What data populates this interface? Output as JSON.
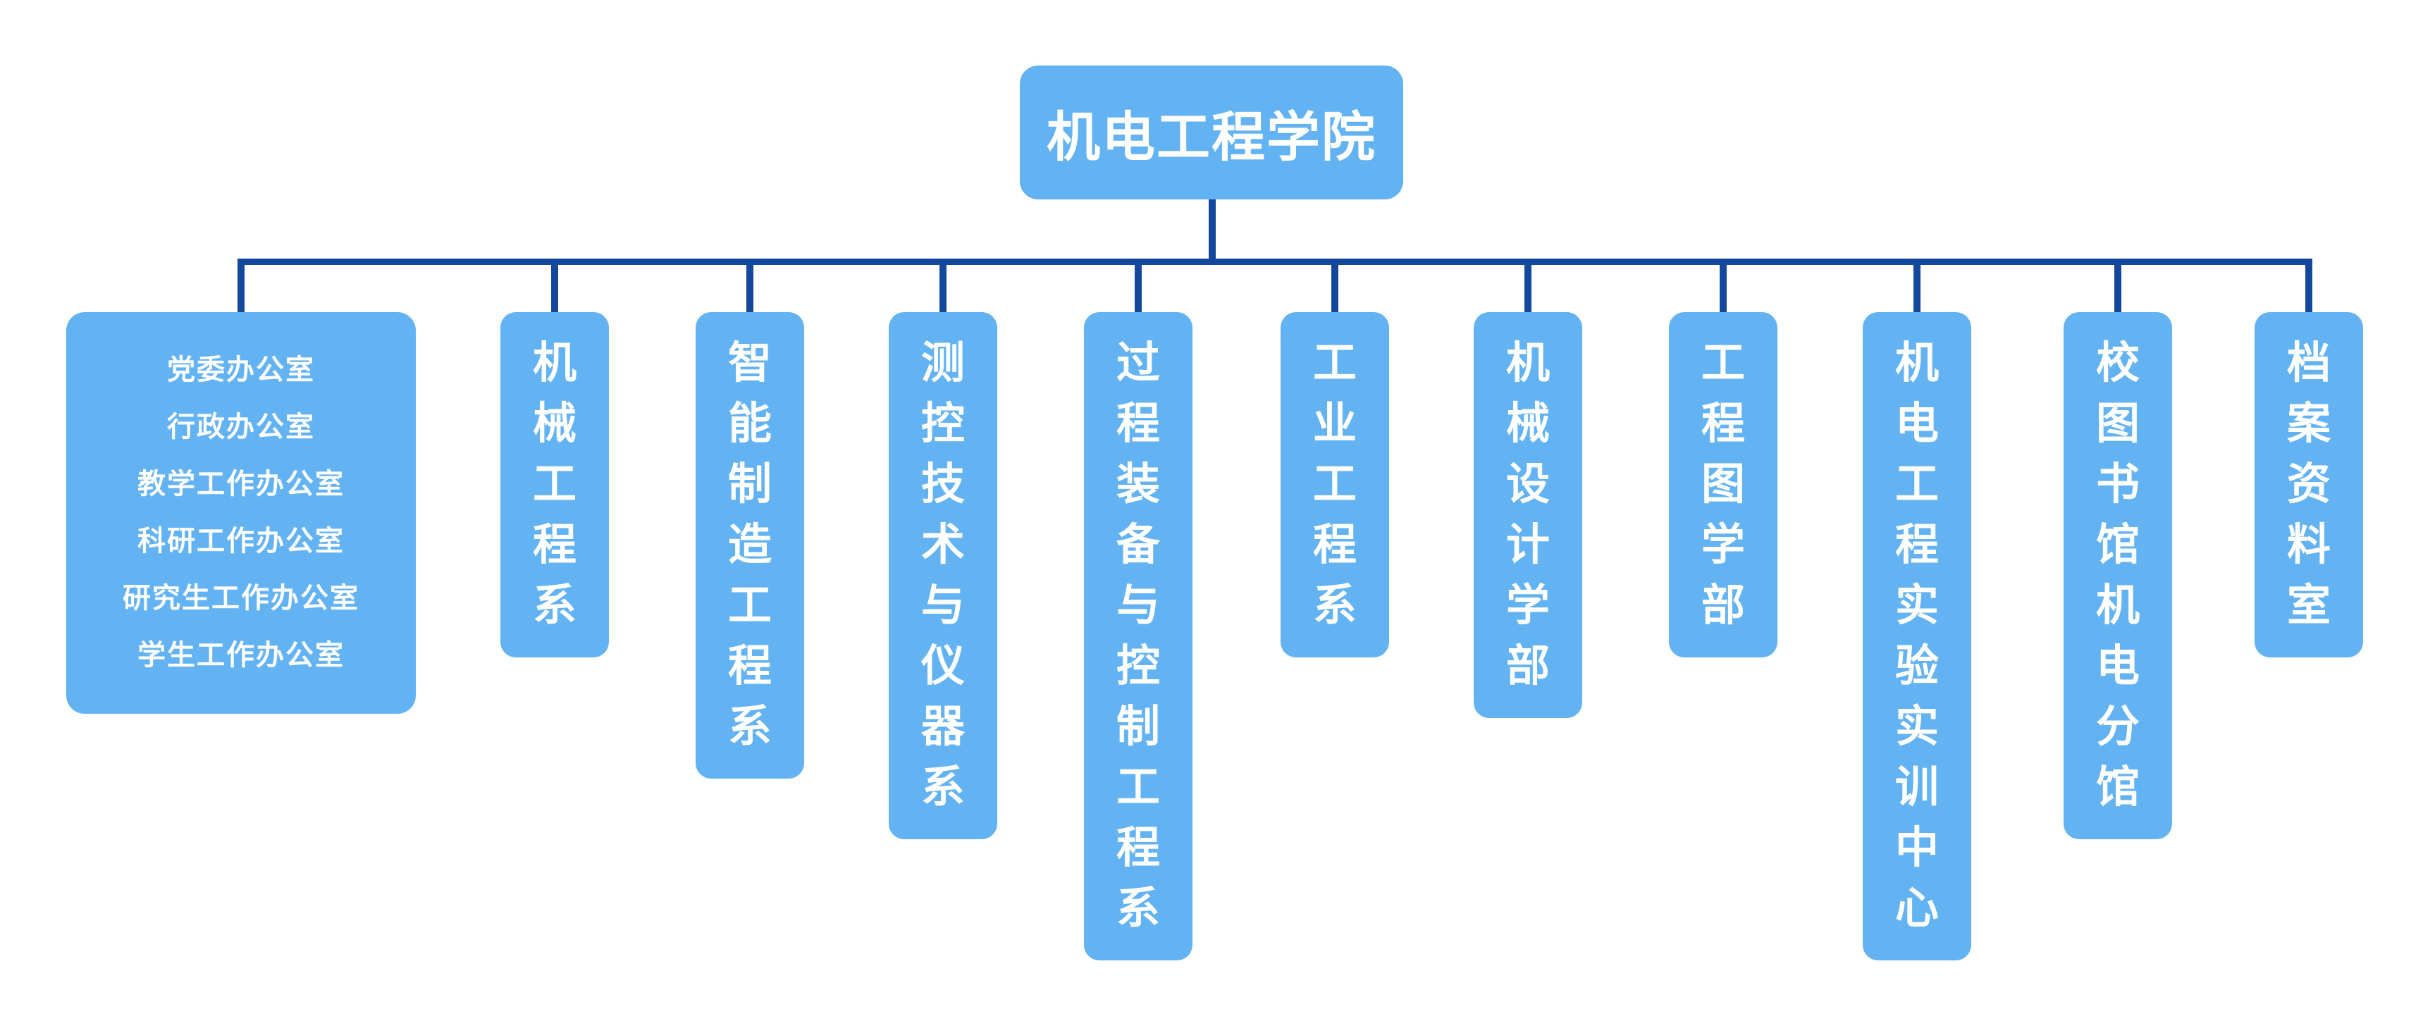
{
  "chart": {
    "title": "机电工程学院",
    "root": {
      "label": "机电工程学院"
    },
    "children": [
      {
        "label": "党委办公室 / 行政办公室 / 教学工作办公室 / 科研工作办公室 / 研究生工作办公室 / 学生工作办公室",
        "lines": [
          "党委办公室",
          "行政办公室",
          "教学工作办公室",
          "科研工作办公室",
          "研究生工作办公室",
          "学生工作办公室"
        ]
      },
      {
        "label": "机械工程系"
      },
      {
        "label": "智能制造工程系"
      },
      {
        "label": "测控技术与仪器系"
      },
      {
        "label": "过程装备与控制工程系"
      },
      {
        "label": "工业工程系"
      },
      {
        "label": "机械设计学部"
      },
      {
        "label": "工程图学部"
      },
      {
        "label": "机电工程实验实训中心"
      },
      {
        "label": "校图书馆机电分馆"
      },
      {
        "label": "档案资料室"
      }
    ],
    "colors": {
      "box_fill": "#63B3F3",
      "connector": "#14489D",
      "text": "#FFFFFF",
      "background": "#FFFFFF"
    }
  }
}
